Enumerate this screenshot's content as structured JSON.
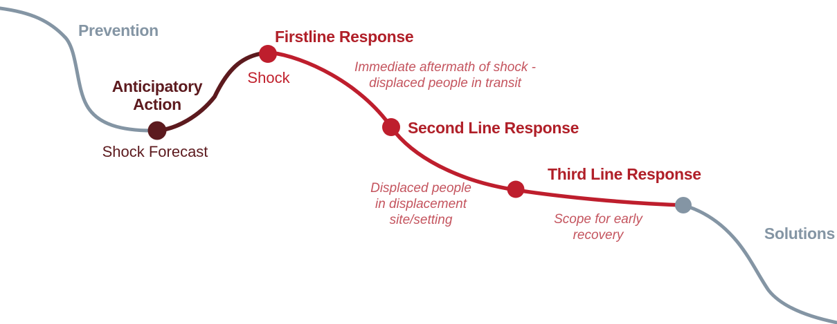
{
  "diagram": {
    "labels": {
      "prevention": "Prevention",
      "anticipatory_action": "Anticipatory\nAction",
      "shock_forecast": "Shock Forecast",
      "firstline_response": "Firstline Response",
      "shock": "Shock",
      "firstline_note": "Immediate aftermath of shock -\ndisplaced people in transit",
      "second_line_response": "Second Line Response",
      "second_line_note": "Displaced people\nin displacement\nsite/setting",
      "third_line_response": "Third Line Response",
      "third_line_note": "Scope for early\nrecovery",
      "solutions": "Solutions"
    },
    "colors": {
      "curve_gray": "#8495A4",
      "curve_dark_maroon": "#5C1A1E",
      "curve_red": "#BE1E2D",
      "heading_red": "#B01F28",
      "note_red": "#C4545E"
    }
  }
}
